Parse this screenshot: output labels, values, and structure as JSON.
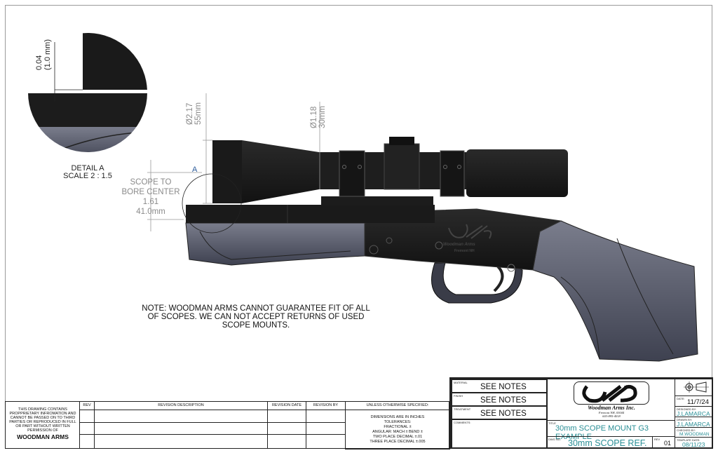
{
  "detail": {
    "dim_value": "0.04",
    "dim_metric": "(1.0 mm)",
    "title": "DETAIL A",
    "scale": "SCALE 2 : 1.5",
    "callout": "A"
  },
  "dimensions": {
    "objective_dia": "Ø2.17",
    "objective_mm": "55mm",
    "tube_dia": "Ø1.18",
    "tube_mm": "30mm",
    "scope_to_bore_l1": "SCOPE TO",
    "scope_to_bore_l2": "BORE CENTER",
    "scope_to_bore_in": "1.61",
    "scope_to_bore_mm": "41.0mm"
  },
  "engraving": {
    "line1": "Woodman Arms",
    "line2": "Fremont NH"
  },
  "note": "NOTE: WOODMAN ARMS CANNOT GUARANTEE FIT OF ALL OF SCOPES. WE CAN NOT ACCEPT RETURNS OF USED SCOPE MOUNTS.",
  "revision_block": {
    "proprietary": "THIS DRAWING CONTAINS PROPPRIETARY INFROMATION AND CANNOT BE PASSED ON TO THIRD PARTIES OR REPRODUCED IN FULL OR PART WITHOUT WRITTEN PERMISSION OF",
    "company": "WOODMAN ARMS",
    "headers": [
      "REV",
      "REVISION DESCRIPTION",
      "REVISION DATE",
      "REVISION BY",
      "UNLESS OTHERWISE SPECIFIED:"
    ],
    "tolerances": [
      "DIMENSIONS ARE IN INCHES",
      "TOLERANCES:",
      "FRACTIONAL ±",
      "ANGULAR: MACH ±   BEND ±",
      "TWO PLACE DECIMAL   ±.01",
      "THREE PLACE DECIMAL  ±.005"
    ]
  },
  "title_block": {
    "material_label": "MATERIAL",
    "material": "SEE NOTES",
    "finish_label": "FINISH",
    "finish": "SEE NOTES",
    "treatment_label": "TREATMENT",
    "treatment": "SEE NOTES",
    "comments_label": "COMMENTS:",
    "company_name": "Woodman Arms Inc.",
    "company_address": "Fremont NH, 03044",
    "company_phone": "603-895-4018",
    "title_label": "TITLE",
    "title": "30mm SCOPE MOUNT G3 EXAMPLE",
    "dwg_label": "DWG NO.",
    "dwg_no": "30mm SCOPE REF.",
    "rev_label": "REV",
    "rev": "01",
    "date_label": "DATE:",
    "date": "11/7/24",
    "designed_label": "DESIGNED BY:",
    "designed_by": "J.LAMARCA",
    "drawn_label": "DRAWN BY:",
    "drawn_by": "J.LAMARCA",
    "checked_label": "CHECKED BY:",
    "checked_by": "M.WOODMAN",
    "template_label": "TEMPLATE DATE:",
    "template_date": "08/11/23"
  },
  "colors": {
    "accent": "#2a8f96",
    "metal": "#1b1b1b",
    "stock": "#5a5d6e"
  }
}
